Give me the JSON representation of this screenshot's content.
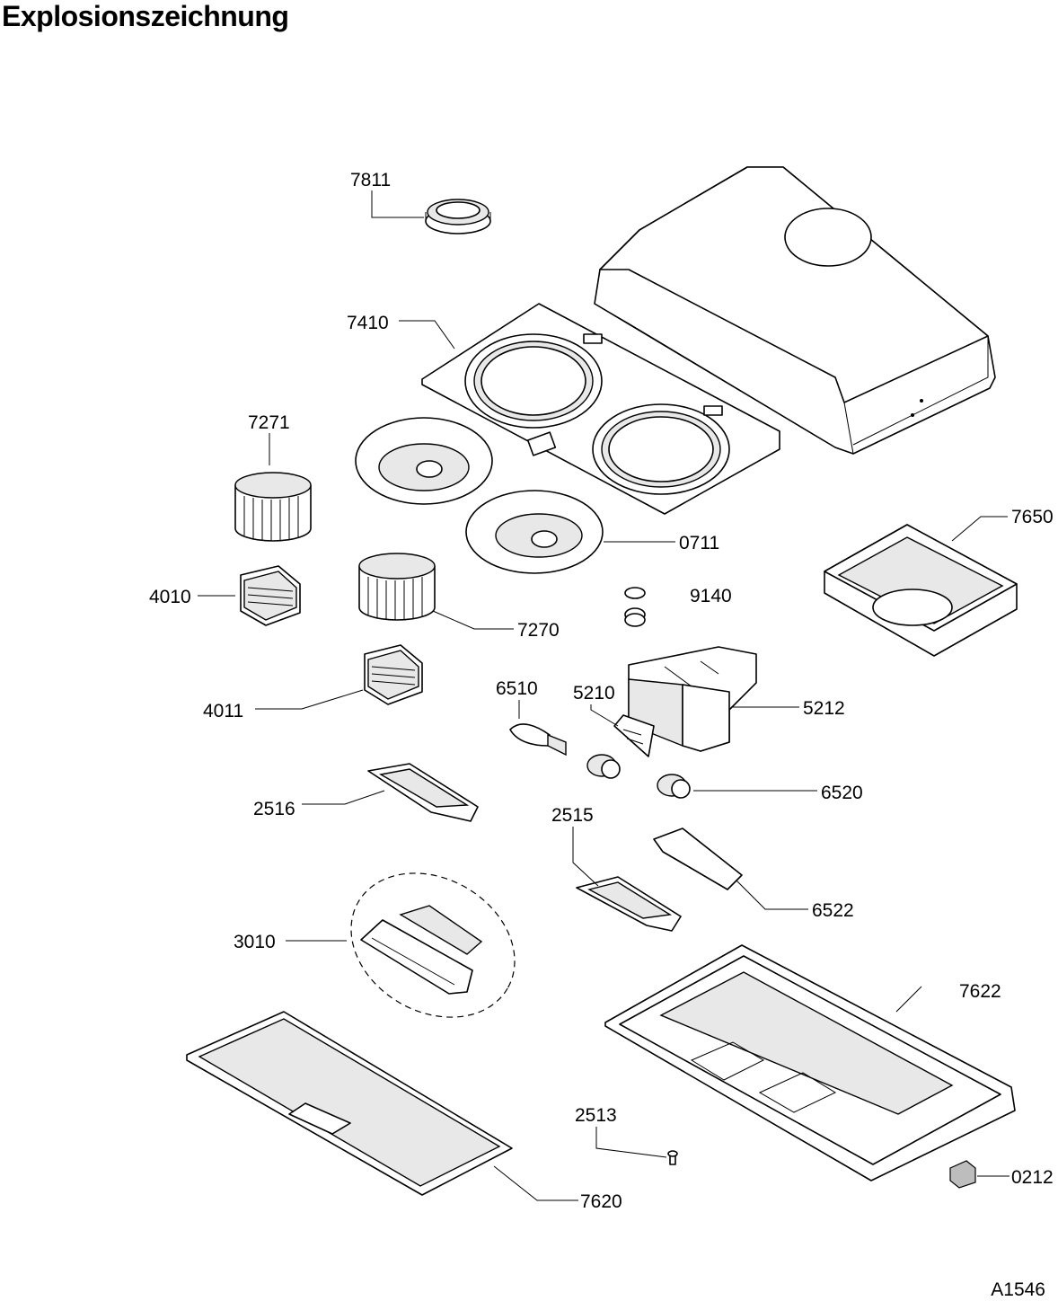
{
  "title": "Explosionszeichnung",
  "reference": "A1546",
  "parts": [
    {
      "id": "p7811",
      "label": "7811"
    },
    {
      "id": "p7410",
      "label": "7410"
    },
    {
      "id": "p7271",
      "label": "7271"
    },
    {
      "id": "p4010",
      "label": "4010"
    },
    {
      "id": "p0711",
      "label": "0711"
    },
    {
      "id": "p7650",
      "label": "7650"
    },
    {
      "id": "p9140",
      "label": "9140"
    },
    {
      "id": "p7270",
      "label": "7270"
    },
    {
      "id": "p4011",
      "label": "4011"
    },
    {
      "id": "p6510",
      "label": "6510"
    },
    {
      "id": "p5210",
      "label": "5210"
    },
    {
      "id": "p5212",
      "label": "5212"
    },
    {
      "id": "p6520",
      "label": "6520"
    },
    {
      "id": "p2516",
      "label": "2516"
    },
    {
      "id": "p2515",
      "label": "2515"
    },
    {
      "id": "p6522",
      "label": "6522"
    },
    {
      "id": "p3010",
      "label": "3010"
    },
    {
      "id": "p7622",
      "label": "7622"
    },
    {
      "id": "p2513",
      "label": "2513"
    },
    {
      "id": "p0212",
      "label": "0212"
    },
    {
      "id": "p7620",
      "label": "7620"
    }
  ]
}
